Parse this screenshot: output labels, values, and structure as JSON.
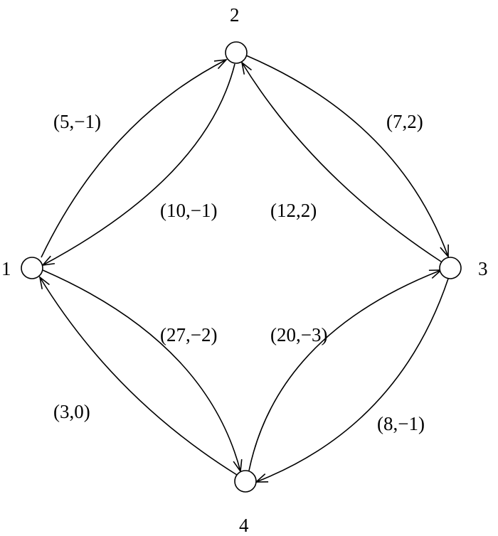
{
  "nodes": [
    {
      "id": "1",
      "label": "1"
    },
    {
      "id": "2",
      "label": "2"
    },
    {
      "id": "3",
      "label": "3"
    },
    {
      "id": "4",
      "label": "4"
    }
  ],
  "edges": [
    {
      "from": "1",
      "to": "2",
      "label": "(5,−1)"
    },
    {
      "from": "2",
      "to": "1",
      "label": "(10,−1)"
    },
    {
      "from": "2",
      "to": "3",
      "label": "(7,2)"
    },
    {
      "from": "3",
      "to": "2",
      "label": "(12,2)"
    },
    {
      "from": "1",
      "to": "4",
      "label": "(27,−2)"
    },
    {
      "from": "4",
      "to": "1",
      "label": "(3,0)"
    },
    {
      "from": "4",
      "to": "3",
      "label": "(20,−3)"
    },
    {
      "from": "3",
      "to": "4",
      "label": "(8,−1)"
    }
  ]
}
